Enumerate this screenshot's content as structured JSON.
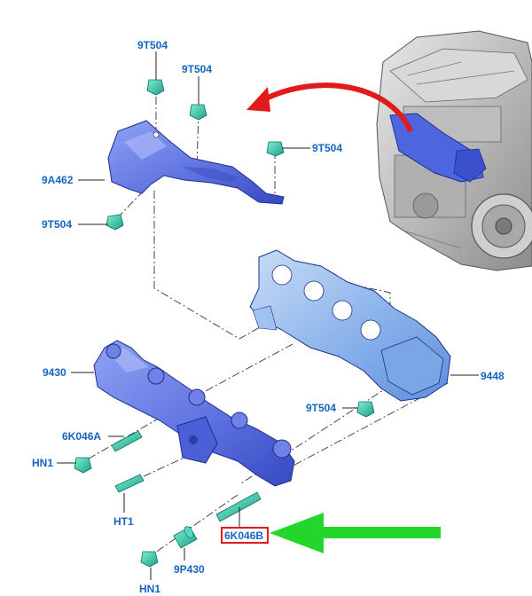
{
  "labels": {
    "nut_top_left": "9T504",
    "nut_top_mid": "9T504",
    "nut_right": "9T504",
    "nut_left": "9T504",
    "heat_shield_upper": "9A462",
    "manifold": "9430",
    "heat_shield_lower": "9448",
    "nut_lower": "9T504",
    "stud_a": "6K046A",
    "nut_hn1_left": "HN1",
    "stud_ht1": "HT1",
    "stud_b": "6K046B",
    "spacer": "9P430",
    "nut_hn1_bottom": "HN1"
  },
  "colors": {
    "label_text": "#1565c0",
    "part_fill": "#6f82e8",
    "part_fill_light": "#aecbef",
    "nut_fill": "#36c2a8",
    "arrow_red": "#e11b1b",
    "arrow_green": "#22d62a",
    "engine_gray": "#9a9a9a"
  }
}
